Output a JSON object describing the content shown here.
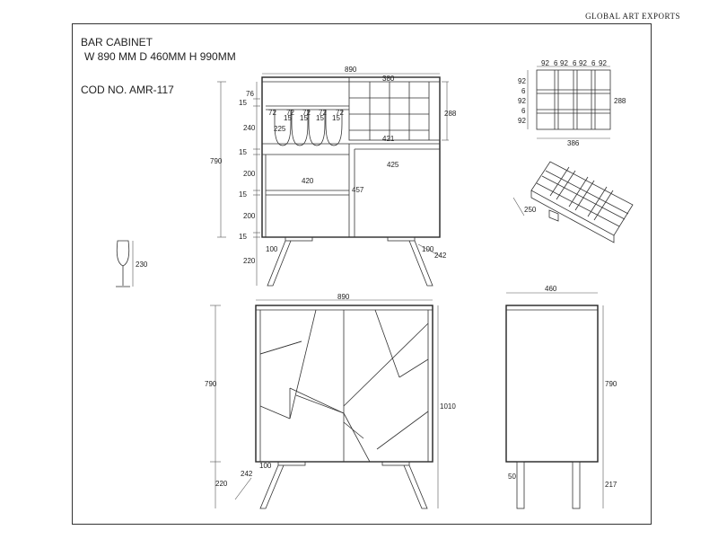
{
  "brand": "GLOBAL ART EXPORTS",
  "product": {
    "name": "BAR CABINET",
    "dimensions": "W 890 MM D  460MM H  990MM",
    "code": "COD NO. AMR-117"
  },
  "front_open": {
    "width": "890",
    "rack_width": "380",
    "rack_height": "288",
    "height": "790",
    "left_dims": [
      "76",
      "15",
      "240",
      "15",
      "200",
      "15",
      "200",
      "15"
    ],
    "leg": "220",
    "glass_w": [
      "72",
      "72",
      "72",
      "72"
    ],
    "glass_gap": [
      "15",
      "15",
      "15",
      "15"
    ],
    "glass_len": "225",
    "shelf_421": "421",
    "shelf_425": "425",
    "shelf_420": "420",
    "door_457": "457",
    "leg_offset_left": "100",
    "leg_offset_right": "100",
    "leg_angle": "242"
  },
  "glass": {
    "height": "230"
  },
  "rack_top": {
    "cells": [
      "92",
      "6",
      "92",
      "6",
      "92",
      "6",
      "92"
    ],
    "rows": [
      "92",
      "6",
      "92",
      "6",
      "92"
    ],
    "height": "288",
    "width": "386"
  },
  "rack_iso": {
    "depth": "250"
  },
  "front_closed": {
    "width": "890",
    "height": "790",
    "total": "1010",
    "leg": "220",
    "leg_angle": "242",
    "leg_offset": "100"
  },
  "side": {
    "depth": "460",
    "height": "790",
    "leg": "217",
    "leg_w": "50"
  }
}
